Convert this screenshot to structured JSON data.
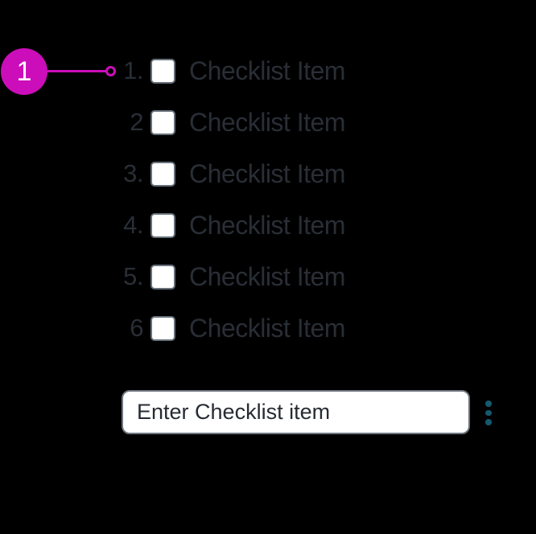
{
  "colors": {
    "background": "#000000",
    "annotation_accent": "#cb0eb9",
    "item_text": "#292e36",
    "checkbox_border": "#67707a",
    "checkbox_fill": "#ffffff",
    "input_border": "#6e757e",
    "input_text": "#262b33",
    "kebab_dots": "#14596f"
  },
  "callout": {
    "badge_label": "1"
  },
  "checklist": {
    "items": [
      {
        "number": "1.",
        "label": "Checklist Item",
        "checked": false
      },
      {
        "number": "2",
        "label": "Checklist Item",
        "checked": false
      },
      {
        "number": "3.",
        "label": "Checklist Item",
        "checked": false
      },
      {
        "number": "4.",
        "label": "Checklist Item",
        "checked": false
      },
      {
        "number": "5.",
        "label": "Checklist Item",
        "checked": false
      },
      {
        "number": "6",
        "label": "Checklist Item",
        "checked": false
      }
    ]
  },
  "new_item_input": {
    "value": "",
    "placeholder": "Enter Checklist item"
  },
  "icons": {
    "kebab_menu": "vertical-ellipsis"
  }
}
